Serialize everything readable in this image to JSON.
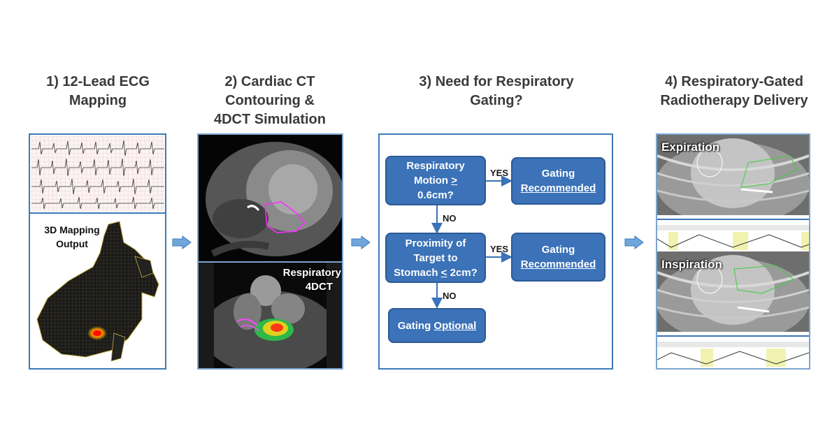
{
  "steps": [
    {
      "title_line1": "1) 12-Lead ECG",
      "title_line2": "Mapping",
      "title_line3": ""
    },
    {
      "title_line1": "2) Cardiac CT",
      "title_line2": "Contouring &",
      "title_line3": "4DCT Simulation"
    },
    {
      "title_line1": "3) Need for Respiratory",
      "title_line2": "Gating?",
      "title_line3": ""
    },
    {
      "title_line1": "4) Respiratory-Gated",
      "title_line2": "Radiotherapy Delivery",
      "title_line3": ""
    }
  ],
  "panel1": {
    "mapping_label_line1": "3D Mapping",
    "mapping_label_line2": "Output"
  },
  "panel2": {
    "ct_label_line1": "Respiratory",
    "ct_label_line2": "4DCT"
  },
  "panel4": {
    "top_label": "Expiration",
    "bottom_label": "Inspiration"
  },
  "flowchart": {
    "box1": {
      "line1": "Respiratory",
      "line2_pre": "Motion ",
      "line2_u": ">",
      "line3": "0.6cm?"
    },
    "box2": {
      "line1": "Gating",
      "line2": "Recommended"
    },
    "box3": {
      "line1": "Proximity of",
      "line2": "Target to",
      "line3_pre": "Stomach ",
      "line3_u": "<",
      "line3_post": " 2cm?"
    },
    "box4": {
      "line1": "Gating",
      "line2": "Recommended"
    },
    "box5": {
      "pre": "Gating ",
      "u": "Optional"
    },
    "yes1": "YES",
    "yes2": "YES",
    "no1": "NO",
    "no2": "NO"
  },
  "colors": {
    "accent": "#3b72b8",
    "border": "#3d7ab8",
    "arrow": "#5b9bd5"
  }
}
